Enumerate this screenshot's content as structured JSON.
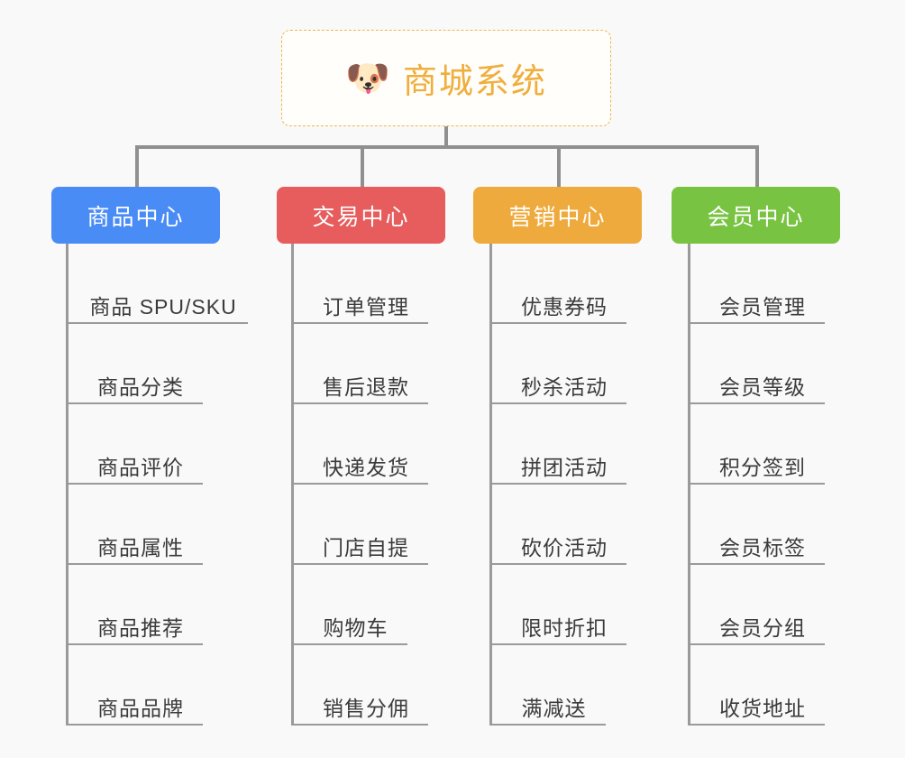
{
  "background_color": "#f9f9f9",
  "root": {
    "icon": "shiba-dog-face",
    "icon_glyph": "🐶",
    "title": "商城系统",
    "title_color": "#f0ae3c",
    "border_color": "#edb74a"
  },
  "connector_color": "#909090",
  "columns": [
    {
      "id": "product-center",
      "title": "商品中心",
      "color": "#4a8cf5",
      "items": [
        "商品 SPU/SKU",
        "商品分类",
        "商品评价",
        "商品属性",
        "商品推荐",
        "商品品牌"
      ]
    },
    {
      "id": "trade-center",
      "title": "交易中心",
      "color": "#e75c5c",
      "items": [
        "订单管理",
        "售后退款",
        "快递发货",
        "门店自提",
        "购物车",
        "销售分佣"
      ]
    },
    {
      "id": "marketing-center",
      "title": "营销中心",
      "color": "#eeaa3c",
      "items": [
        "优惠券码",
        "秒杀活动",
        "拼团活动",
        "砍价活动",
        "限时折扣",
        "满减送"
      ]
    },
    {
      "id": "member-center",
      "title": "会员中心",
      "color": "#79c343",
      "items": [
        "会员管理",
        "会员等级",
        "积分签到",
        "会员标签",
        "会员分组",
        "收货地址"
      ]
    }
  ]
}
